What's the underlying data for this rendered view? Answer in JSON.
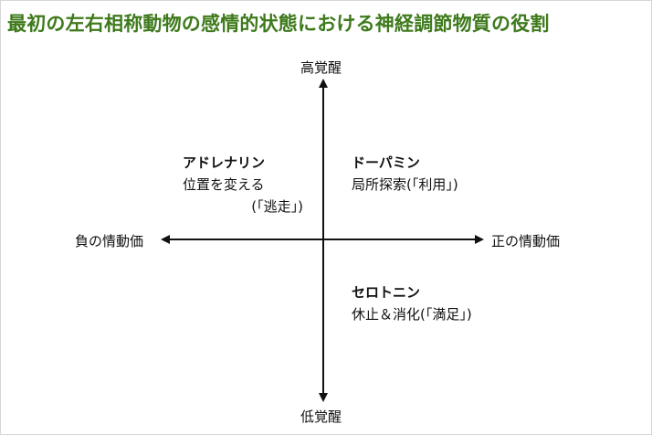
{
  "title": "最初の左右相称動物の感情的状態における神経調節物質の役割",
  "axes": {
    "top": "高覚醒",
    "bottom": "低覚醒",
    "left": "負の情動価",
    "right": "正の情動価"
  },
  "quadrants": {
    "upper_left": {
      "name": "アドレナリン",
      "line1": "位置を変える",
      "line2": "(「逃走」)"
    },
    "upper_right": {
      "name": "ドーパミン",
      "line1": "局所探索(「利用」)"
    },
    "lower_right": {
      "name": "セロトニン",
      "line1": "休止＆消化(「満足」)"
    }
  },
  "colors": {
    "title": "#3e7a1c",
    "axis": "#111111"
  }
}
